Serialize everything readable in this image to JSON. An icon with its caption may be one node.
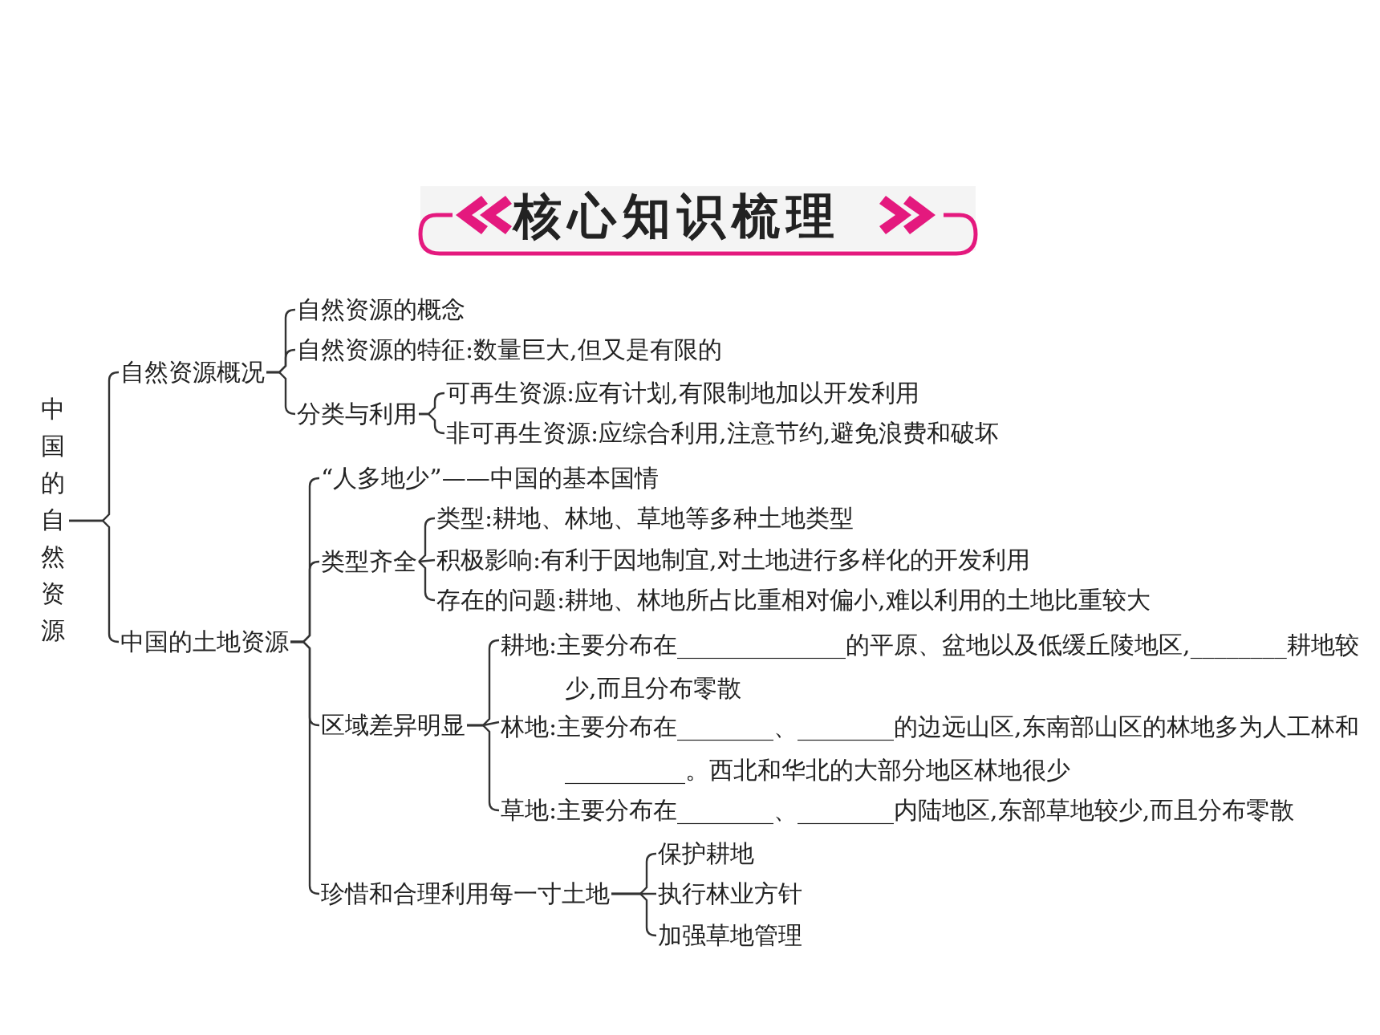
{
  "diagram": {
    "title": "核心知识梳理",
    "nodes": [
      {
        "text": [
          "中国的自然资源"
        ]
      },
      {
        "text": [
          "自然资源概况"
        ]
      },
      {
        "text": [
          "自然资源的概念"
        ]
      },
      {
        "text": [
          "自然资源的特征:数量巨大,但又是有限的"
        ]
      },
      {
        "text": [
          "分类与利用"
        ]
      },
      {
        "text": [
          "可再生资源:应有计划,有限制地加以开发利用"
        ]
      },
      {
        "text": [
          "非可再生资源:应综合利用,注意节约,避免浪费和破坏"
        ]
      },
      {
        "text": [
          "中国的土地资源"
        ]
      },
      {
        "text": [
          "“人多地少”——中国的基本国情"
        ]
      },
      {
        "text": [
          "类型齐全"
        ]
      },
      {
        "text": [
          "类型:耕地、林地、草地等多种土地类型"
        ]
      },
      {
        "text": [
          "积极影响:有利于因地制宜,对土地进行多样化的开发利用"
        ]
      },
      {
        "text": [
          "存在的问题:耕地、林地所占比重相对偏小,难以利用的土地比重较大"
        ]
      },
      {
        "text": [
          "区域差异明显"
        ]
      },
      {
        "text": [
          "耕地:主要分布在______________的平原、盆地以及低缓丘陵地区,________耕地较少,而且分布零散"
        ]
      },
      {
        "text": [
          "林地:主要分布在________、________的边远山区,东南部山区的林地多为人工林和__________。西北和华北的大部分地区林地很少"
        ]
      },
      {
        "text": [
          "草地:主要分布在________、________内陆地区,东部草地较少,而且分布零散"
        ]
      },
      {
        "text": [
          "珍惜和合理利用每一寸土地"
        ]
      },
      {
        "text": [
          "保护耕地"
        ]
      },
      {
        "text": [
          "执行林业方针"
        ]
      },
      {
        "text": [
          "加强草地管理"
        ]
      }
    ],
    "edges": [
      {
        "from": 0,
        "to": 1,
        "arrow": "none"
      },
      {
        "from": 0,
        "to": 7,
        "arrow": "none"
      },
      {
        "from": 1,
        "to": 2,
        "arrow": "none"
      },
      {
        "from": 1,
        "to": 3,
        "arrow": "none"
      },
      {
        "from": 1,
        "to": 4,
        "arrow": "none"
      },
      {
        "from": 4,
        "to": 5,
        "arrow": "none"
      },
      {
        "from": 4,
        "to": 6,
        "arrow": "none"
      },
      {
        "from": 7,
        "to": 8,
        "arrow": "none"
      },
      {
        "from": 7,
        "to": 9,
        "arrow": "none"
      },
      {
        "from": 7,
        "to": 13,
        "arrow": "none"
      },
      {
        "from": 7,
        "to": 17,
        "arrow": "none"
      },
      {
        "from": 9,
        "to": 10,
        "arrow": "none"
      },
      {
        "from": 9,
        "to": 11,
        "arrow": "none"
      },
      {
        "from": 9,
        "to": 12,
        "arrow": "none"
      },
      {
        "from": 13,
        "to": 14,
        "arrow": "none"
      },
      {
        "from": 13,
        "to": 15,
        "arrow": "none"
      },
      {
        "from": 13,
        "to": 16,
        "arrow": "none"
      },
      {
        "from": 17,
        "to": 18,
        "arrow": "none"
      },
      {
        "from": 17,
        "to": 19,
        "arrow": "none"
      },
      {
        "from": 17,
        "to": 20,
        "arrow": "none"
      }
    ]
  }
}
